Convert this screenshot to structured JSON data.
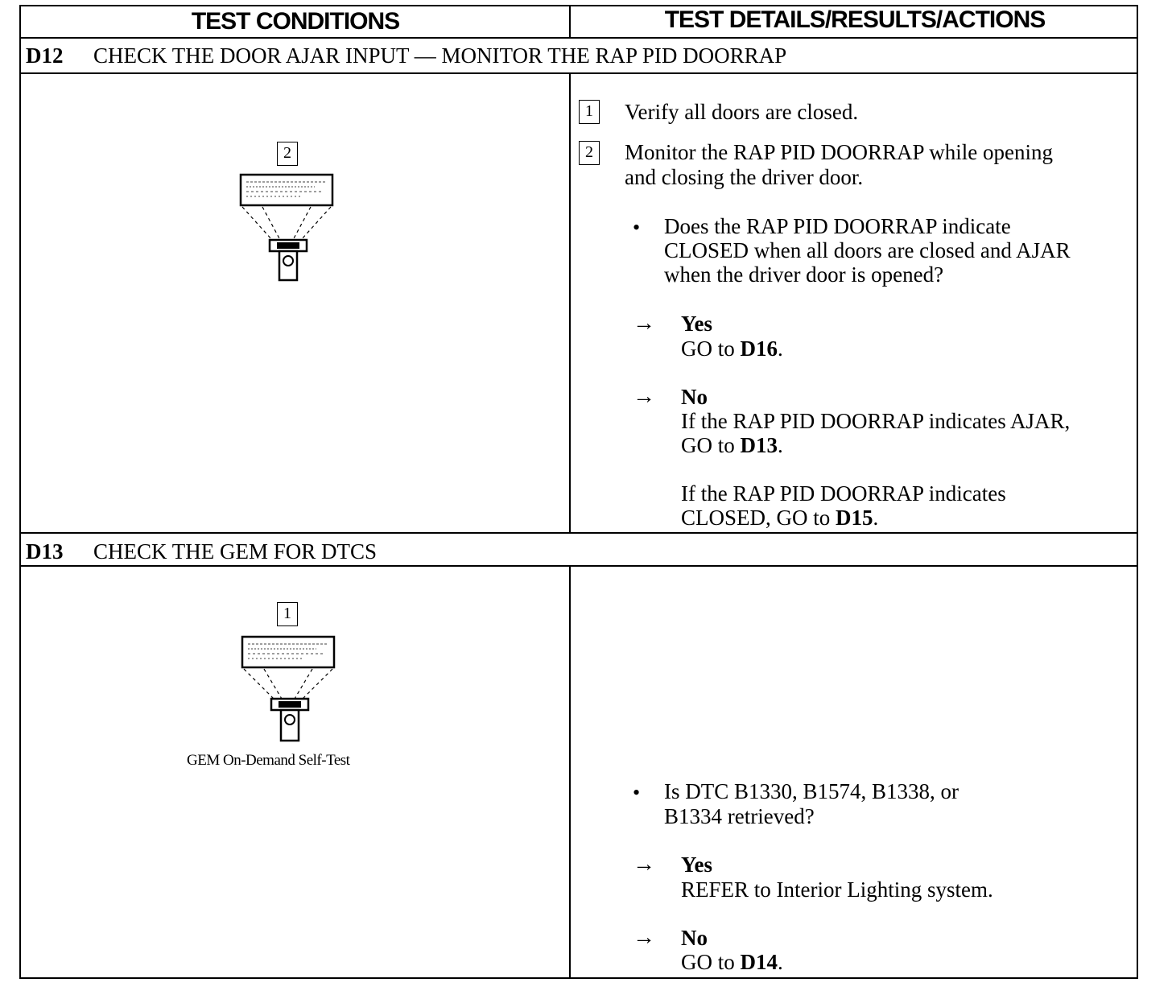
{
  "header": {
    "test_conditions": "TEST CONDITIONS",
    "test_details": "TEST DETAILS/RESULTS/ACTIONS"
  },
  "d12": {
    "id": "D12",
    "title": "CHECK THE DOOR AJAR INPUT — MONITOR THE RAP PID DOORRAP",
    "illustration_step": "2",
    "step1_num": "1",
    "step1_text": "Verify all doors are closed.",
    "step2_num": "2",
    "step2_line1": "Monitor the RAP PID DOORRAP while opening",
    "step2_line2": "and closing the driver door.",
    "question_line1": "Does the RAP PID DOORRAP indicate",
    "question_line2": "CLOSED when all doors are closed and AJAR",
    "question_line3": "when the driver door is opened?",
    "yes_label": "Yes",
    "yes_go": "GO to ",
    "yes_target": "D16",
    "no_label": "No",
    "no_line1": "If the RAP PID DOORRAP indicates AJAR,",
    "no_go1": "GO to ",
    "no_target1": "D13",
    "no_line3": "If the RAP PID DOORRAP indicates",
    "no_line4": "CLOSED, GO to ",
    "no_target2": "D15"
  },
  "d13": {
    "id": "D13",
    "title": "CHECK THE GEM FOR DTCS",
    "illustration_step": "1",
    "caption": "GEM On-Demand Self-Test",
    "question_line1": "Is DTC B1330, B1574, B1338, or",
    "question_line2": "B1334 retrieved?",
    "yes_label": "Yes",
    "yes_text": "REFER to Interior Lighting system.",
    "no_label": "No",
    "no_go": "GO to ",
    "no_target": "D14"
  }
}
